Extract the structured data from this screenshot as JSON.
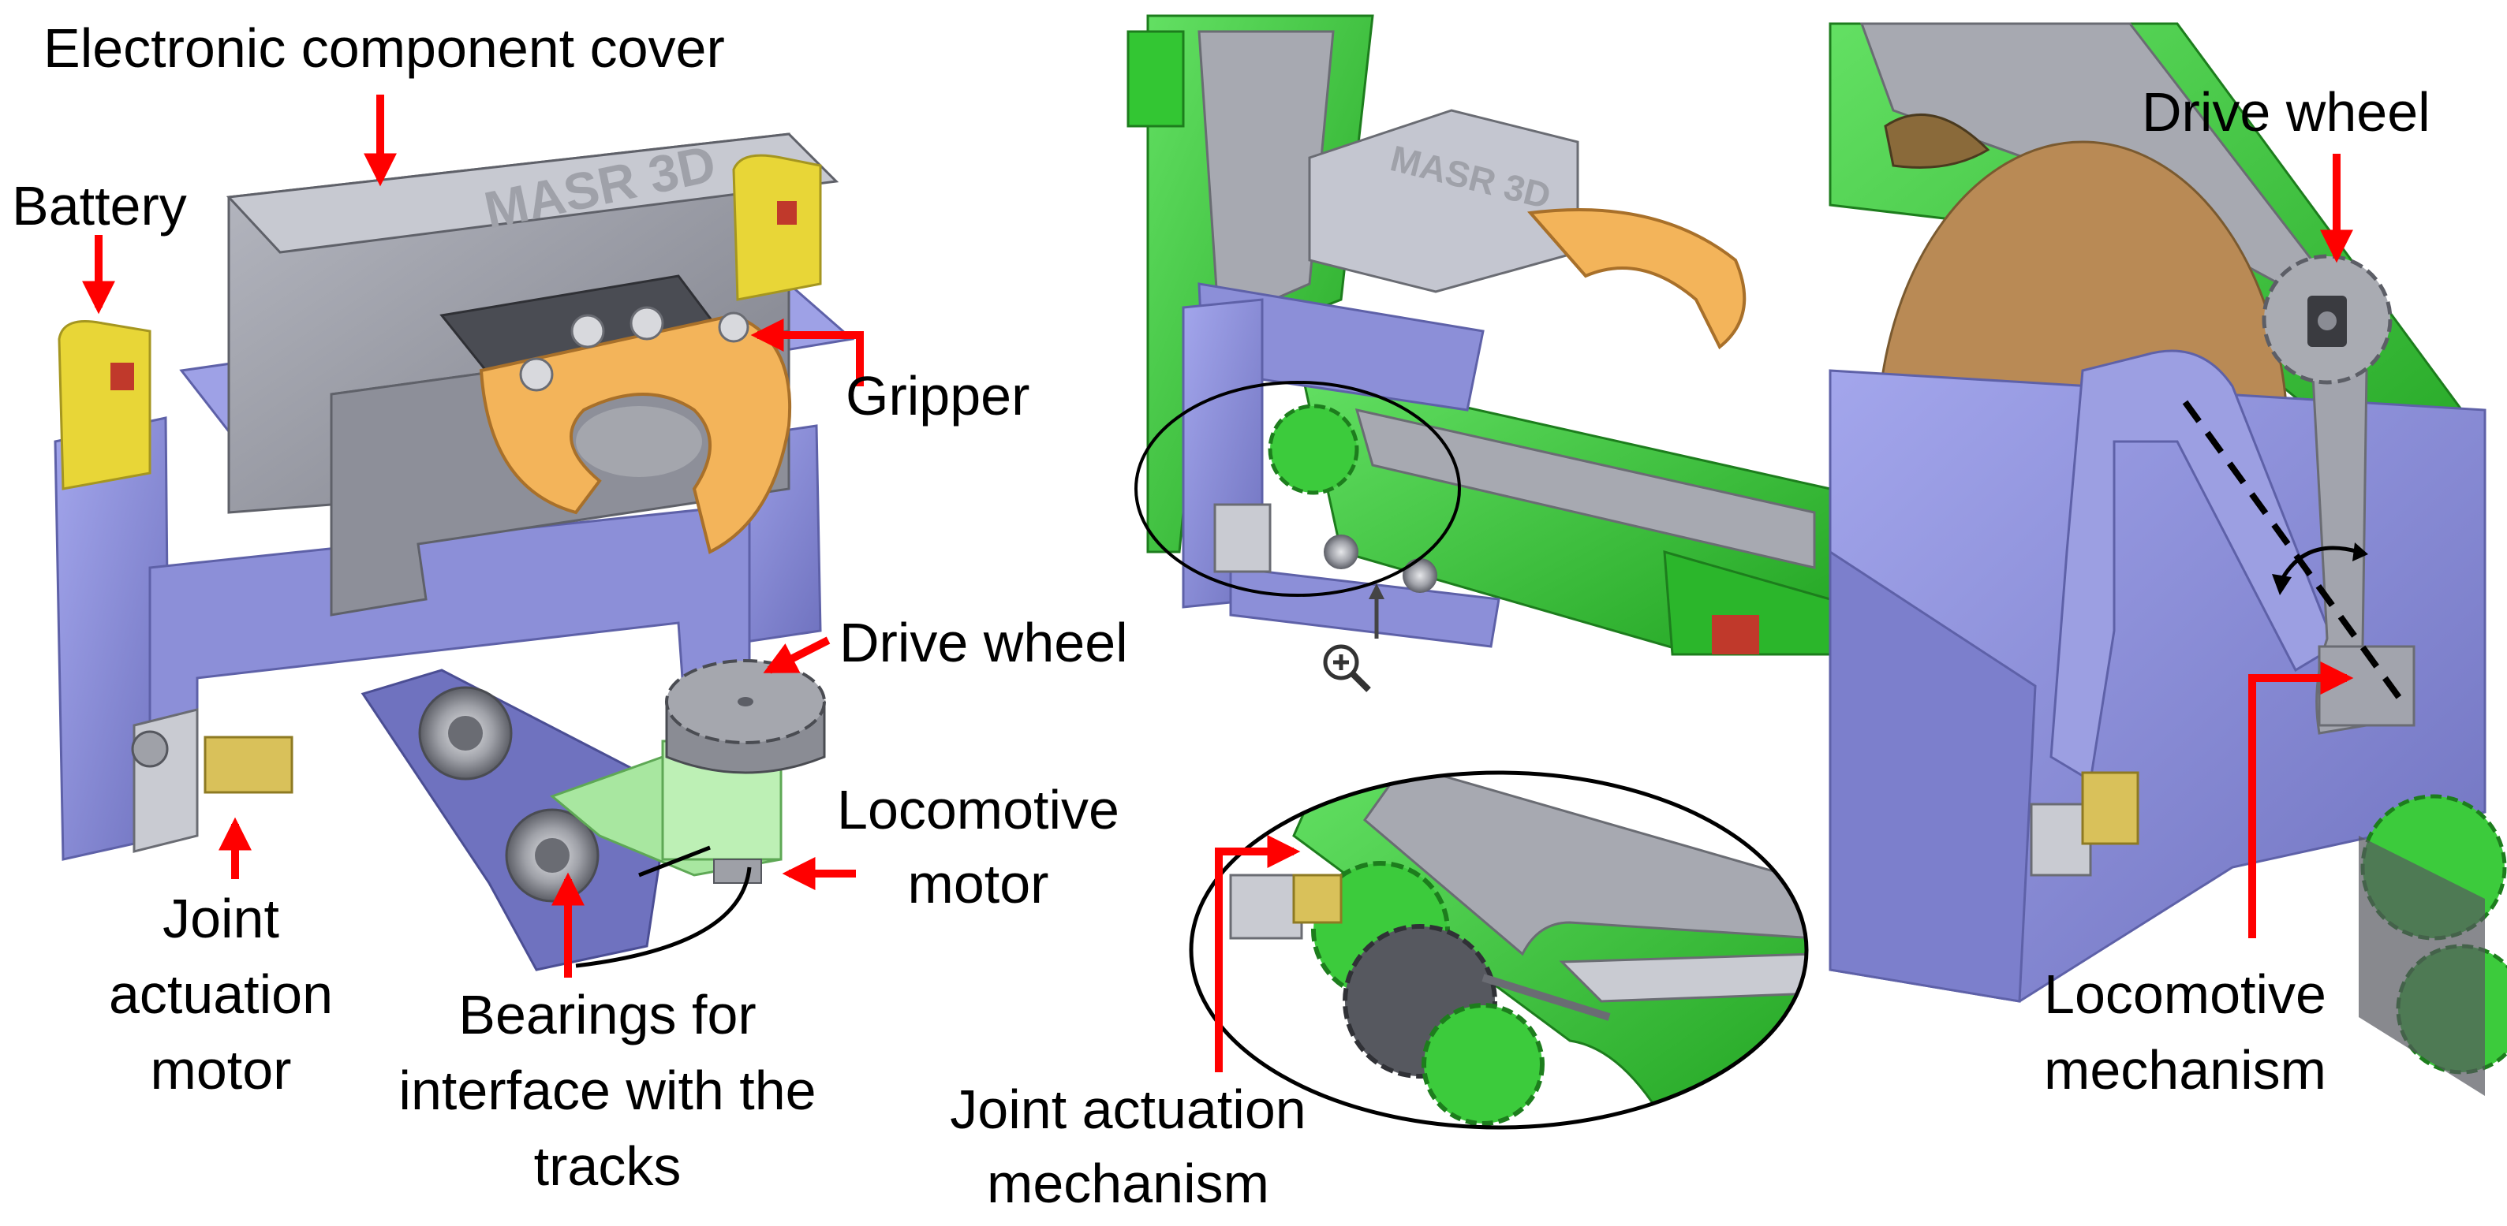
{
  "labels": {
    "electronic_cover": "Electronic component cover",
    "battery": "Battery",
    "gripper": "Gripper",
    "drive_wheel_left": "Drive wheel",
    "locomotive_motor_1": "Locomotive",
    "locomotive_motor_2": "motor",
    "joint_motor_1": "Joint",
    "joint_motor_2": "actuation",
    "joint_motor_3": "motor",
    "bearings_1": "Bearings for",
    "bearings_2": "interface with the",
    "bearings_3": "tracks",
    "joint_mech_1": "Joint actuation",
    "joint_mech_2": "mechanism",
    "drive_wheel_right": "Drive wheel",
    "loco_mech_1": "Locomotive",
    "loco_mech_2": "mechanism",
    "logo_text": "MASR 3D"
  },
  "colors": {
    "arrow": "#ff0000",
    "frame_purple": "#8c8fd8",
    "cover_gray": "#9a9ca6",
    "gripper_orange": "#f3b45a",
    "gear_green": "#3ccb3c",
    "battery_yellow": "#e8d637",
    "dark_gray": "#55575e",
    "bearing": "#a9abb2",
    "tan_disc": "#b98a55"
  },
  "icons": [
    "zoom-in-icon"
  ]
}
